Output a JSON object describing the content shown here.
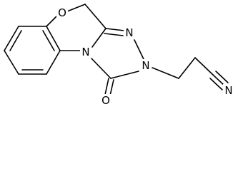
{
  "atoms": {
    "ring_oxygen": "O",
    "nitrogen_fused": "N",
    "nitrogen_double_bonded": "N",
    "nitrogen_substituted": "N",
    "carbonyl_oxygen": "O",
    "nitrile_nitrogen": "N"
  }
}
